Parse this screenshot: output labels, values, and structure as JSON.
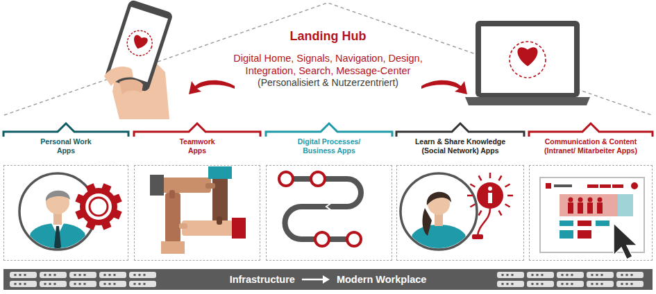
{
  "diagram": {
    "nodes": [
      {
        "text": [
          "Landing Hub",
          "Digital Home, Signals, Navigation, Design, Integration, Search, Message-Center",
          "(Personalisiert & Nutzerzentriert)"
        ]
      },
      {
        "text": [
          "Personal Work Apps"
        ]
      },
      {
        "text": [
          "Teamwork Apps"
        ]
      },
      {
        "text": [
          "Digital Processes/ Business Apps"
        ]
      },
      {
        "text": [
          "Learn & Share Knowledge (Social Network) Apps"
        ]
      },
      {
        "text": [
          "Communication & Content (Intranet/ Mitarbeiter Apps)"
        ]
      },
      {
        "text": [
          "Infrastructure",
          "Modern Workplace"
        ]
      }
    ]
  }
}
